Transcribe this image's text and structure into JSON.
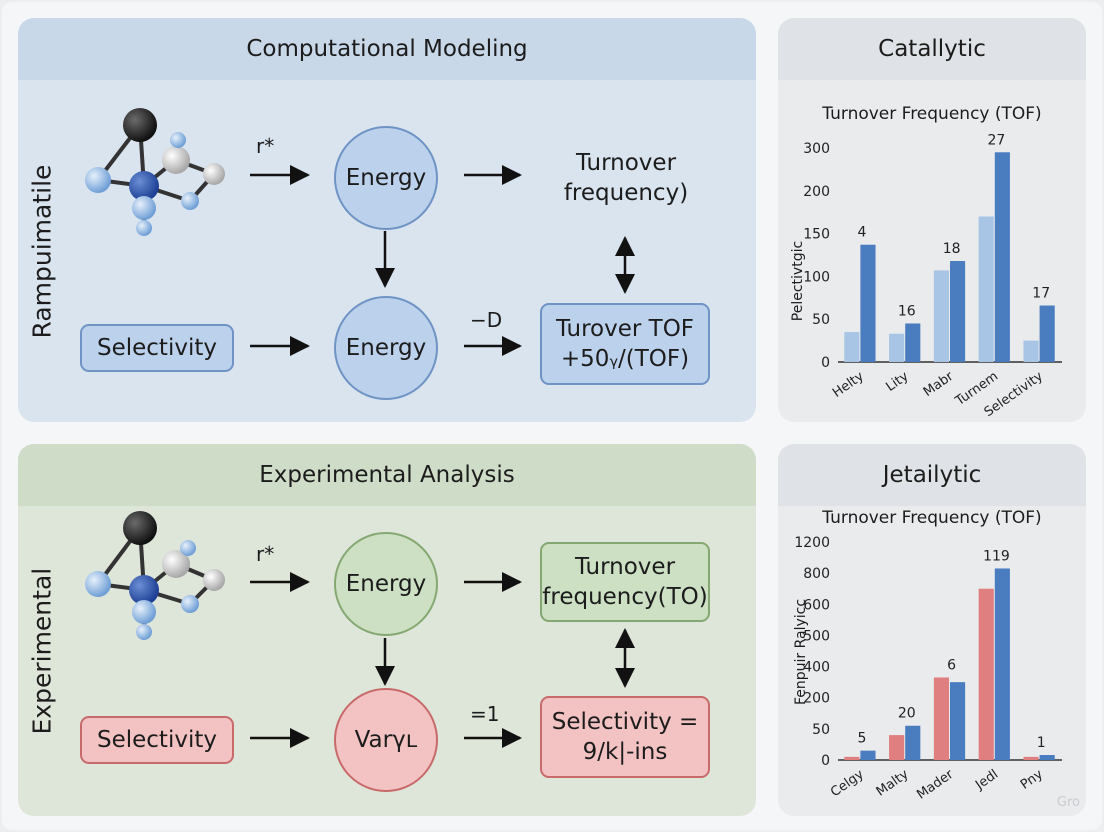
{
  "top": {
    "title": "Computational Modeling",
    "side_label": "Rampuimatile",
    "edge_r": "r*",
    "energy1": "Energy",
    "energy2": "Energy",
    "turnover": "Turnover frequency)",
    "selectivity": "Selectivity",
    "edge_d": "−D",
    "result": "Turover TOF +50ᵧ/(TOF)"
  },
  "bottom": {
    "title": "Experimental Analysis",
    "side_label": "Experimental",
    "edge_r": "r*",
    "energy": "Energy",
    "turnover": "Turnover frequency(TO)",
    "selectivity": "Selectivity",
    "var": "Varγʟ",
    "edge_eq": "=1",
    "result": "Selectivity = 9/k|-ins"
  },
  "colors": {
    "blue_bar_light": "#a9c5e6",
    "blue_bar": "#4a7cc0",
    "red_bar": "#e07f7f"
  },
  "chart_data": [
    {
      "type": "bar",
      "panel_title": "Catallytic",
      "title": "Turnover Frequency (TOF)",
      "ylabel": "Pelectivtgic",
      "categories": [
        "Helty",
        "Lity",
        "Mabr",
        "Turnem",
        "Selectivity"
      ],
      "series": [
        {
          "values": [
            35,
            33,
            107,
            170,
            25
          ],
          "color": "#a9c5e6"
        },
        {
          "values": [
            137,
            45,
            118,
            290,
            66
          ],
          "color": "#4a7cc0"
        }
      ],
      "data_labels": [
        "4",
        "16",
        "18",
        "27",
        "17"
      ],
      "yticks": [
        0,
        50,
        100,
        150,
        200,
        300
      ],
      "ylim": [
        0,
        300
      ]
    },
    {
      "type": "bar",
      "panel_title": "Jetailytic",
      "title": "Turnover Frequency (TOF)",
      "ylabel": "Fenpuir Ralyicc",
      "categories": [
        "Celgy",
        "Malty",
        "Mader",
        "Jedl",
        "Pny"
      ],
      "series": [
        {
          "values": [
            5,
            40,
            330,
            700,
            5
          ],
          "color": "#e07f7f"
        },
        {
          "values": [
            15,
            65,
            300,
            860,
            8
          ],
          "color": "#4a7cc0"
        }
      ],
      "data_labels": [
        "5",
        "20",
        "6",
        "119",
        "1"
      ],
      "yticks": [
        0,
        50,
        200,
        400,
        500,
        600,
        800,
        1200
      ],
      "ylim": [
        0,
        1200
      ]
    }
  ],
  "watermark": "Gro"
}
